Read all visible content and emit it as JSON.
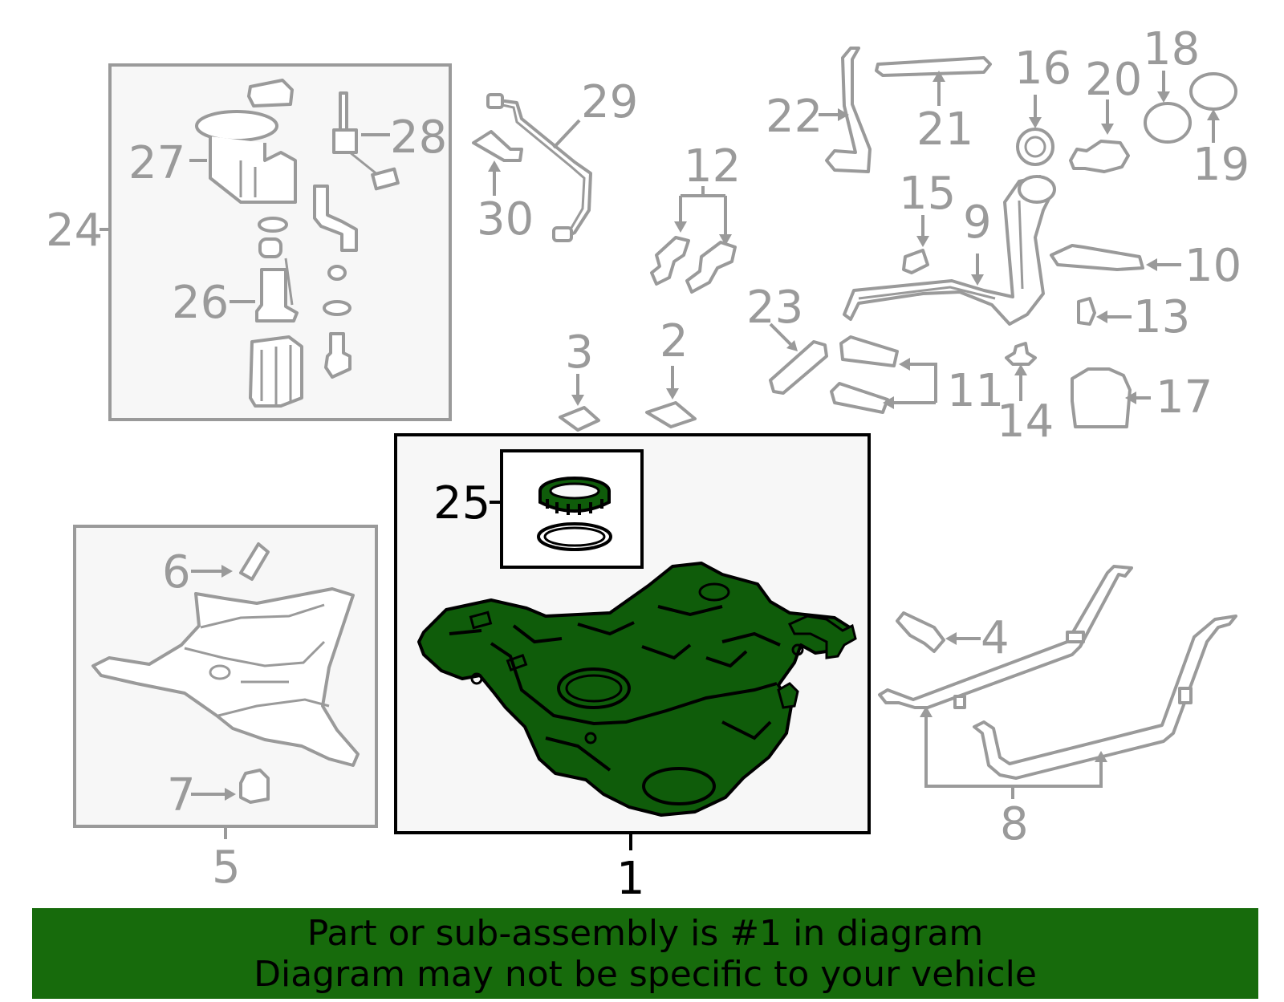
{
  "callouts": {
    "n1": "1",
    "n2": "2",
    "n3": "3",
    "n4": "4",
    "n5": "5",
    "n6": "6",
    "n7": "7",
    "n8": "8",
    "n9": "9",
    "n10": "10",
    "n11": "11",
    "n12": "12",
    "n13": "13",
    "n14": "14",
    "n15": "15",
    "n16": "16",
    "n17": "17",
    "n18": "18",
    "n19": "19",
    "n20": "20",
    "n21": "21",
    "n22": "22",
    "n23": "23",
    "n24": "24",
    "n25": "25",
    "n26": "26",
    "n27": "27",
    "n28": "28",
    "n29": "29",
    "n30": "30"
  },
  "highlight": {
    "part": "1",
    "color": "#0f5c0a"
  },
  "banner": {
    "line1": "Part or sub-assembly is #1 in diagram",
    "line2": "Diagram may not be specific to your vehicle",
    "color": "#176b0c"
  }
}
